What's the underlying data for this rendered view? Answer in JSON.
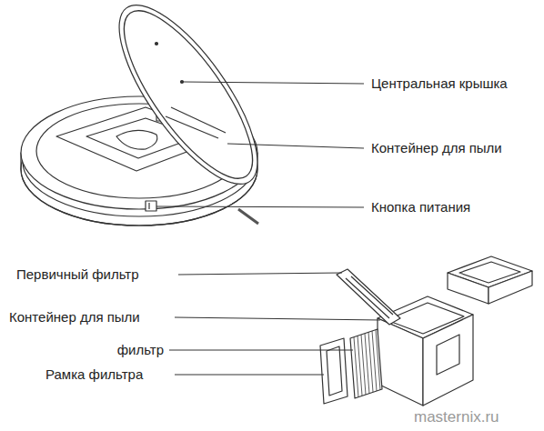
{
  "diagram": {
    "labels": [
      "Центральная крышка",
      "Контейнер для пыли",
      "Кнопка питания",
      "Первичный фильтр",
      "Контейнер для пыли",
      "фильтр",
      "Рамка фильтра",
      "masternix.ru"
    ]
  }
}
